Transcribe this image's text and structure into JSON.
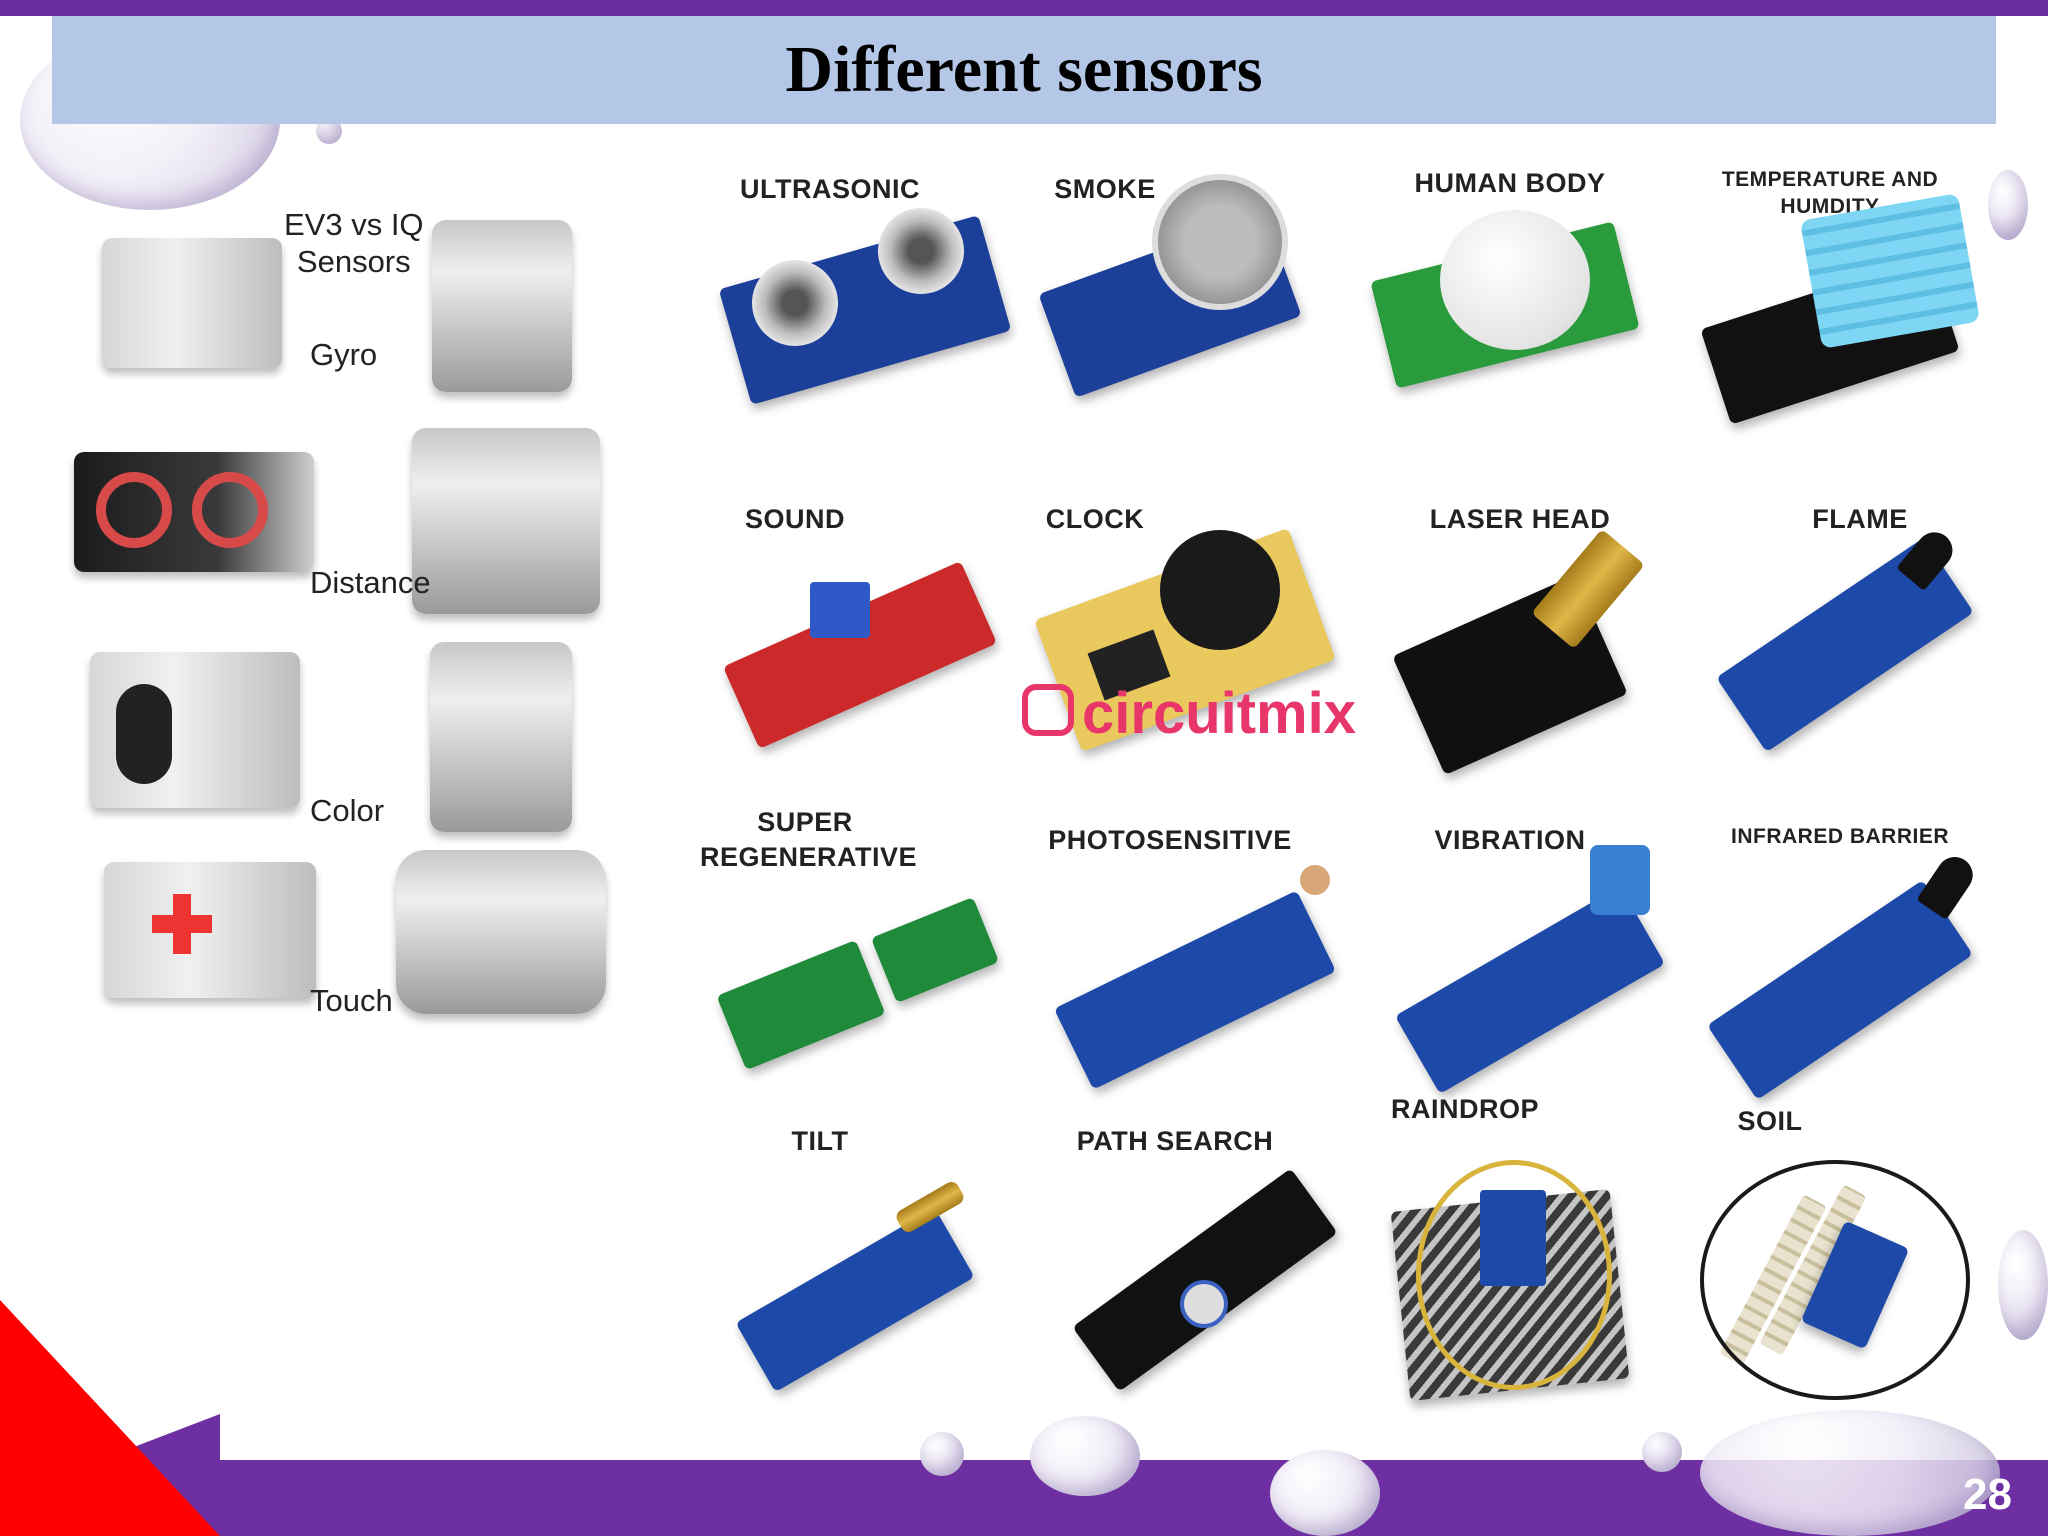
{
  "slide": {
    "title": "Different sensors",
    "page_number": "28",
    "colors": {
      "title_bg": "#b4c7e7",
      "accent": "#6e2fa3",
      "red": "#ff0000"
    }
  },
  "lego": {
    "header": "EV3 vs IQ\nSensors",
    "items": [
      "Gyro",
      "Distance",
      "Color",
      "Touch"
    ]
  },
  "sensors": [
    {
      "label": "ULTRASONIC"
    },
    {
      "label": "SMOKE"
    },
    {
      "label": "HUMAN BODY"
    },
    {
      "label": "TEMPERATURE AND\nHUMDITY"
    },
    {
      "label": "SOUND"
    },
    {
      "label": "CLOCK"
    },
    {
      "label": "LASER HEAD"
    },
    {
      "label": "FLAME"
    },
    {
      "label": "SUPER\nREGENERATIVE"
    },
    {
      "label": "PHOTOSENSITIVE"
    },
    {
      "label": "VIBRATION"
    },
    {
      "label": "INFRARED BARRIER"
    },
    {
      "label": "TILT"
    },
    {
      "label": "PATH SEARCH"
    },
    {
      "label": "RAINDROP"
    },
    {
      "label": "SOIL"
    }
  ],
  "watermark": "circuitmix"
}
